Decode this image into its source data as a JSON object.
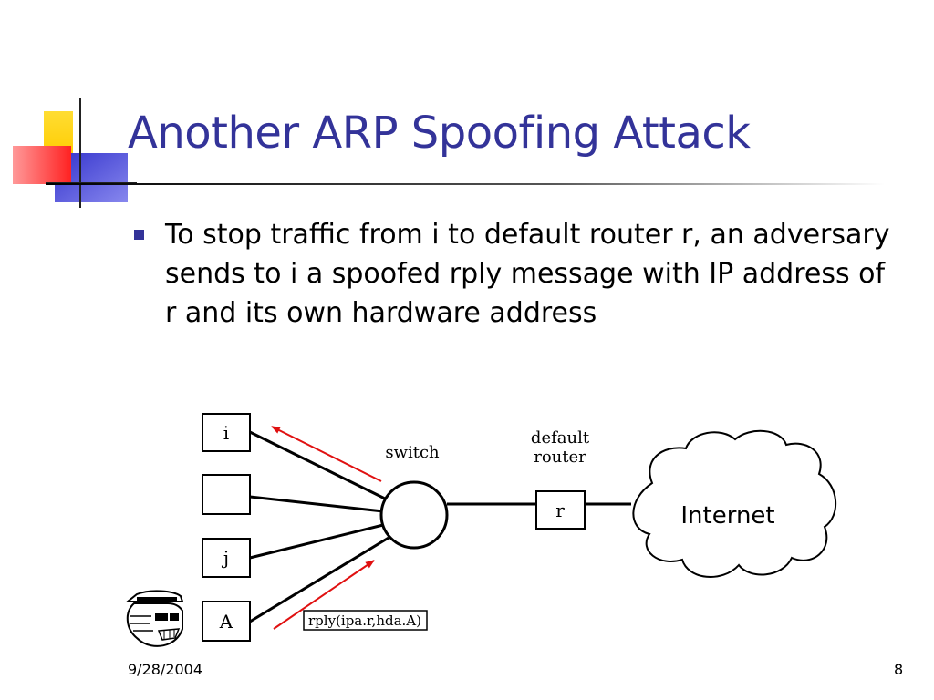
{
  "slide": {
    "title": "Another ARP Spoofing Attack",
    "bullet": "To stop traffic from i to default router r, an adversary sends to i a spoofed rply message with IP address of r and its own hardware address"
  },
  "diagram": {
    "host_i": "i",
    "host_blank": "",
    "host_j": "j",
    "host_attacker": "A",
    "switch_label": "switch",
    "router_caption_line1": "default",
    "router_caption_line2": "router",
    "router_label": "r",
    "internet_label": "Internet",
    "message_label": "rply(ipa.r,hda.A)"
  },
  "footer": {
    "date": "9/28/2004",
    "page_number": "8"
  },
  "colors": {
    "title": "#333399",
    "bullet": "#333399",
    "arrow": "#e01010",
    "logo_yellow": "#ffcc00",
    "logo_blue": "#3333cc",
    "logo_red": "#ff3333"
  },
  "icons": {
    "logo": "slide-template-squares",
    "attacker": "spy-face-icon"
  }
}
